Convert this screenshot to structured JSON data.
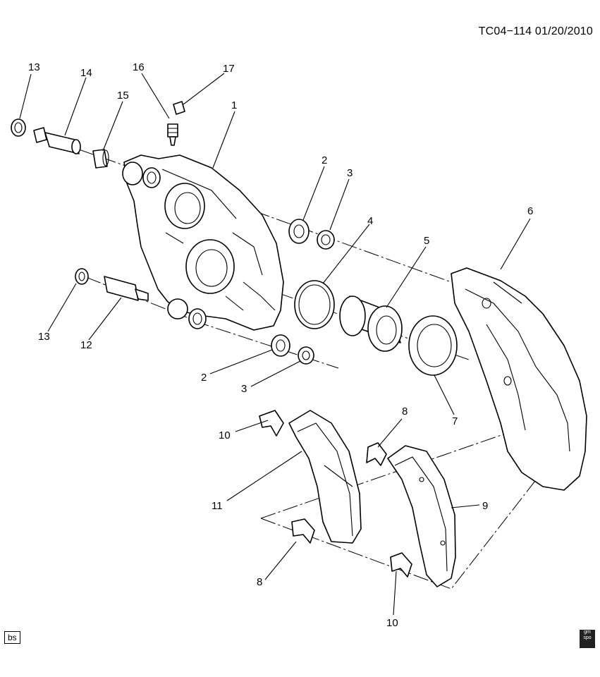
{
  "header": {
    "doc_id": "TC04−114  01/20/2010"
  },
  "callouts": [
    "1",
    "2",
    "2",
    "3",
    "3",
    "4",
    "5",
    "6",
    "7",
    "8",
    "8",
    "9",
    "10",
    "10",
    "11",
    "12",
    "13",
    "13",
    "14",
    "15",
    "16",
    "17"
  ],
  "footer": {
    "badge": "bs",
    "logo_top": "gm",
    "logo_bottom": "spo"
  }
}
